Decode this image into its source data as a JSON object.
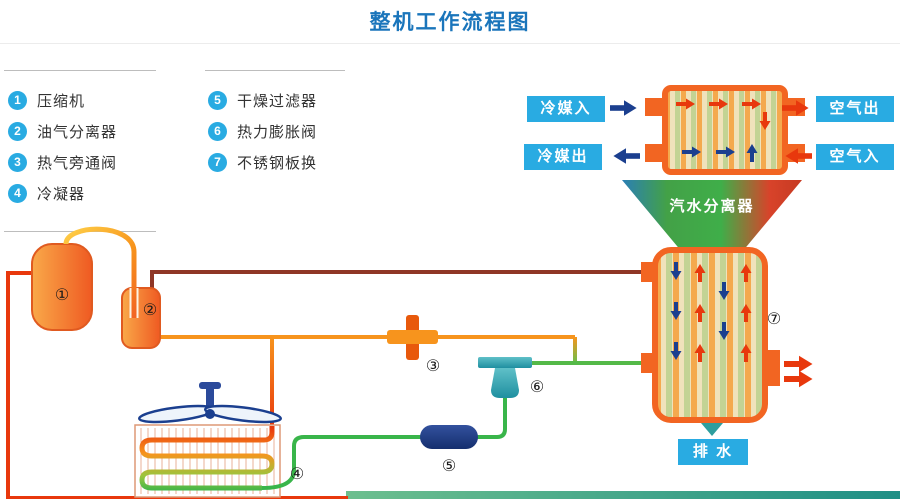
{
  "title": "整机工作流程图",
  "legend": {
    "col1": [
      {
        "num": "1",
        "label": "压缩机"
      },
      {
        "num": "2",
        "label": "油气分离器"
      },
      {
        "num": "3",
        "label": "热气旁通阀"
      },
      {
        "num": "4",
        "label": "冷凝器"
      }
    ],
    "col2": [
      {
        "num": "5",
        "label": "干燥过滤器"
      },
      {
        "num": "6",
        "label": "热力膨胀阀"
      },
      {
        "num": "7",
        "label": "不锈钢板换"
      }
    ]
  },
  "labels": {
    "refrigerant_in": "冷媒入",
    "refrigerant_out": "冷媒出",
    "air_out": "空气出",
    "air_in": "空气入",
    "separator": "汽水分离器",
    "drain": "排 水"
  },
  "markers": {
    "m1": "①",
    "m2": "②",
    "m3": "③",
    "m4": "④",
    "m5": "⑤",
    "m6": "⑥",
    "m7": "⑦"
  },
  "colors": {
    "title_blue": "#1a75bb",
    "label_blue": "#29abe2",
    "orange": "#f7941d",
    "deep_orange": "#f26522",
    "red": "#e8380d",
    "maroon": "#8f3626",
    "green": "#39b54a",
    "yellow_green": "#9bc53d",
    "navy": "#1b3f8f",
    "teal": "#2e9e9e"
  }
}
